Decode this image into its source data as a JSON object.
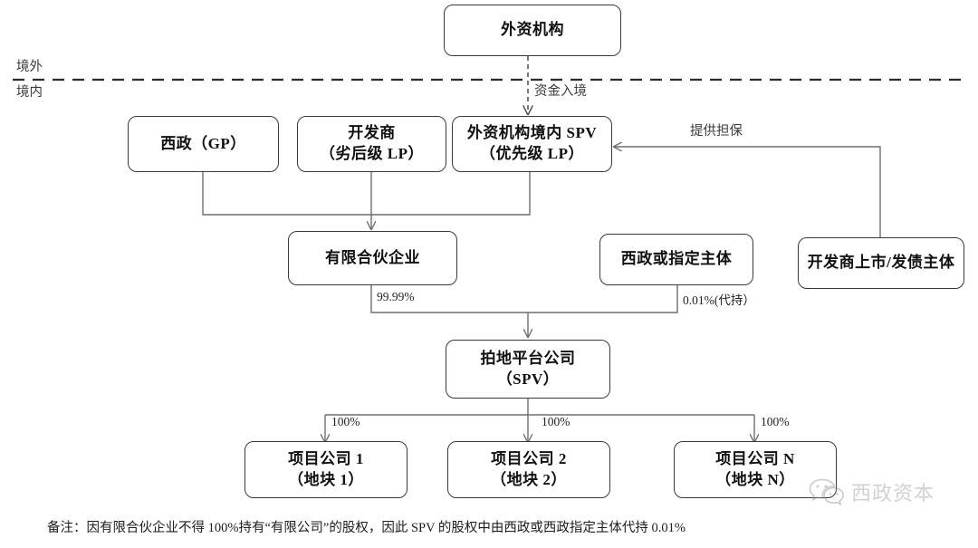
{
  "diagram": {
    "zones": {
      "overseas": "境外",
      "domestic": "境内"
    },
    "nodes": {
      "foreign_institution": "外资机构",
      "xizheng_gp": "西政（GP）",
      "developer_line1": "开发商",
      "developer_line2": "（劣后级 LP）",
      "spv_onshore_line1": "外资机构境内 SPV",
      "spv_onshore_line2": "（优先级 LP）",
      "limited_partnership": "有限合伙企业",
      "xizheng_or_designee": "西政或指定主体",
      "developer_listed_entity": "开发商上市/发债主体",
      "bidding_platform_line1": "拍地平台公司",
      "bidding_platform_line2": "（SPV）",
      "project_company_1_line1": "项目公司 1",
      "project_company_1_line2": "（地块 1）",
      "project_company_2_line1": "项目公司 2",
      "project_company_2_line2": "（地块 2）",
      "project_company_n_line1": "项目公司 N",
      "project_company_n_line2": "（地块 N）"
    },
    "edge_labels": {
      "fund_inflow": "资金入境",
      "provide_guarantee": "提供担保",
      "share_9999": "99.99%",
      "share_001": "0.01%(代持）",
      "pct_100_a": "100%",
      "pct_100_b": "100%",
      "pct_100_c": "100%"
    },
    "footnote": "备注：因有限合伙企业不得 100%持有“有限公司”的股权，因此 SPV 的股权中由西政或西政指定主体代持 0.01%",
    "watermark": {
      "icon": "wechat-icon",
      "text": "西政资本"
    },
    "colors": {
      "border": "#3a3a3a",
      "line": "#6e6e6e",
      "text": "#111111",
      "background": "#ffffff"
    }
  }
}
